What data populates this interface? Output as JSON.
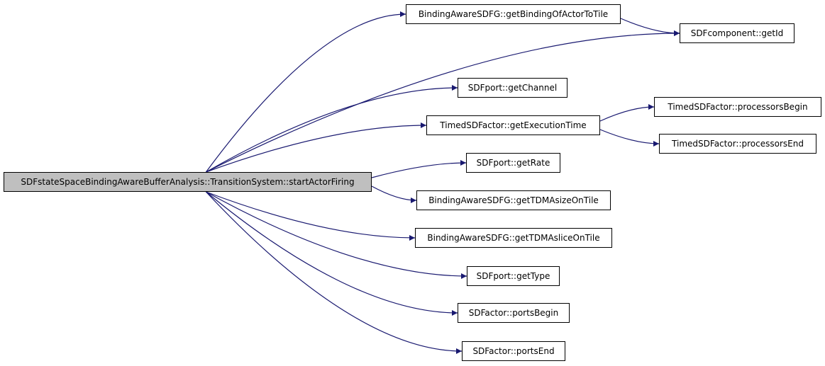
{
  "graph": {
    "type": "call-graph",
    "edge_color": "#191970",
    "root": {
      "id": "root",
      "label": "SDFstateSpaceBindingAwareBufferAnalysis::TransitionSystem::startActorFiring"
    },
    "nodes": [
      {
        "id": "getBindingOfActorToTile",
        "label": "BindingAwareSDFG::getBindingOfActorToTile"
      },
      {
        "id": "getId",
        "label": "SDFcomponent::getId"
      },
      {
        "id": "getChannel",
        "label": "SDFport::getChannel"
      },
      {
        "id": "getExecutionTime",
        "label": "TimedSDFactor::getExecutionTime"
      },
      {
        "id": "processorsBegin",
        "label": "TimedSDFactor::processorsBegin"
      },
      {
        "id": "processorsEnd",
        "label": "TimedSDFactor::processorsEnd"
      },
      {
        "id": "getRate",
        "label": "SDFport::getRate"
      },
      {
        "id": "getTDMAsizeOnTile",
        "label": "BindingAwareSDFG::getTDMAsizeOnTile"
      },
      {
        "id": "getTDMAsliceOnTile",
        "label": "BindingAwareSDFG::getTDMAsliceOnTile"
      },
      {
        "id": "getType",
        "label": "SDFport::getType"
      },
      {
        "id": "portsBegin",
        "label": "SDFactor::portsBegin"
      },
      {
        "id": "portsEnd",
        "label": "SDFactor::portsEnd"
      }
    ],
    "edges": [
      {
        "from": "root",
        "to": "getBindingOfActorToTile"
      },
      {
        "from": "root",
        "to": "getId"
      },
      {
        "from": "root",
        "to": "getChannel"
      },
      {
        "from": "root",
        "to": "getExecutionTime"
      },
      {
        "from": "root",
        "to": "getRate"
      },
      {
        "from": "root",
        "to": "getTDMAsizeOnTile"
      },
      {
        "from": "root",
        "to": "getTDMAsliceOnTile"
      },
      {
        "from": "root",
        "to": "getType"
      },
      {
        "from": "root",
        "to": "portsBegin"
      },
      {
        "from": "root",
        "to": "portsEnd"
      },
      {
        "from": "getBindingOfActorToTile",
        "to": "getId"
      },
      {
        "from": "getExecutionTime",
        "to": "processorsBegin"
      },
      {
        "from": "getExecutionTime",
        "to": "processorsEnd"
      }
    ]
  }
}
